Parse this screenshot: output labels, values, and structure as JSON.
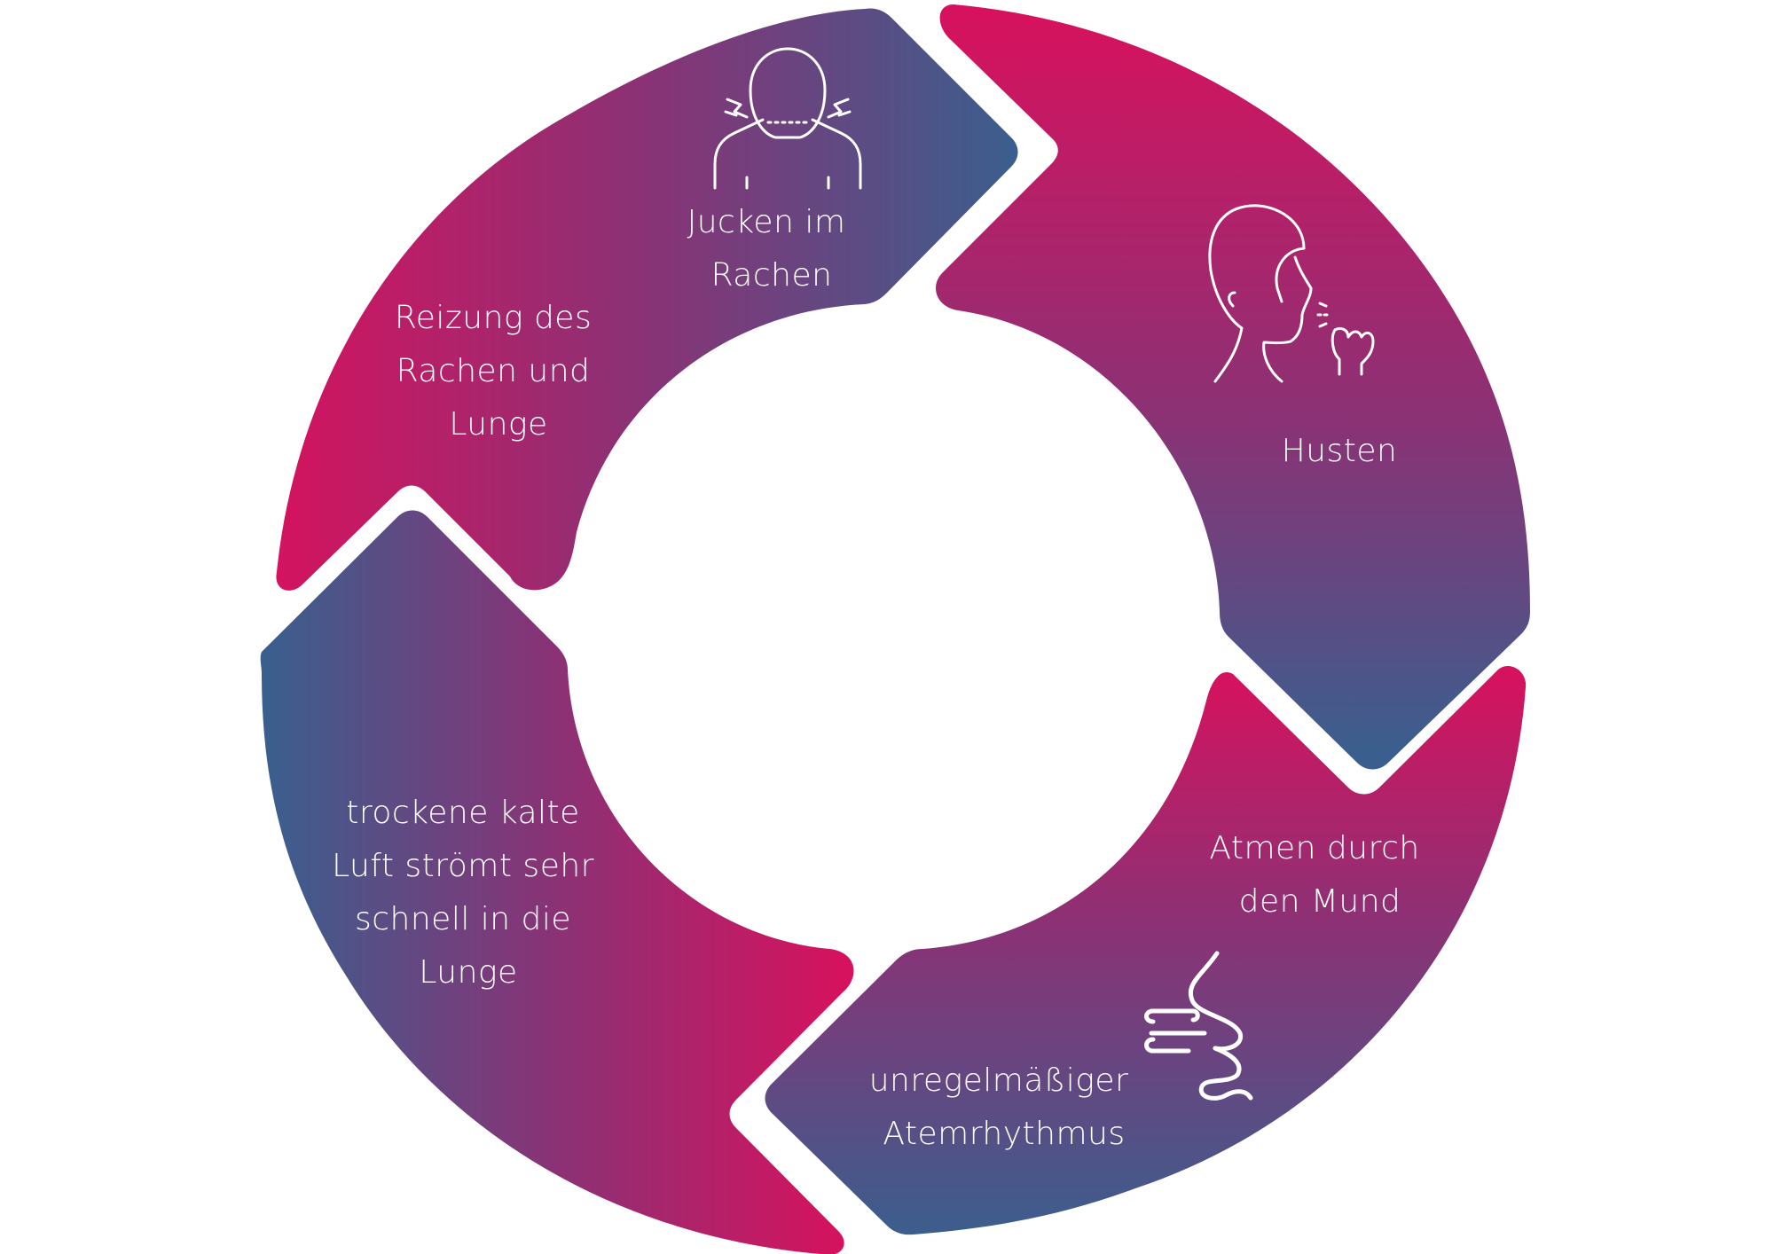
{
  "diagram": {
    "segments": [
      {
        "id": "jucken",
        "lines": [
          "Jucken im",
          "Rachen"
        ],
        "icon": "itchy-throat-icon"
      },
      {
        "id": "husten",
        "lines": [
          "Husten"
        ],
        "icon": "coughing-person-icon"
      },
      {
        "id": "mund",
        "lines": [
          "Atmen durch",
          "den Mund"
        ]
      },
      {
        "id": "atem",
        "lines": [
          "unregelmäßiger",
          "Atemrhythmus"
        ],
        "icon": "breath-airflow-icon"
      },
      {
        "id": "luft",
        "lines": [
          "trockene kalte",
          "Luft strömt sehr",
          "schnell in die",
          "Lunge"
        ]
      },
      {
        "id": "reizung",
        "lines": [
          "Reizung des",
          "Rachen und",
          "Lunge"
        ]
      }
    ]
  },
  "colors": {
    "magenta": "#D6125E",
    "purple": "#8A3275",
    "blue": "#3A5F8E",
    "text": "#FFFFFF"
  }
}
